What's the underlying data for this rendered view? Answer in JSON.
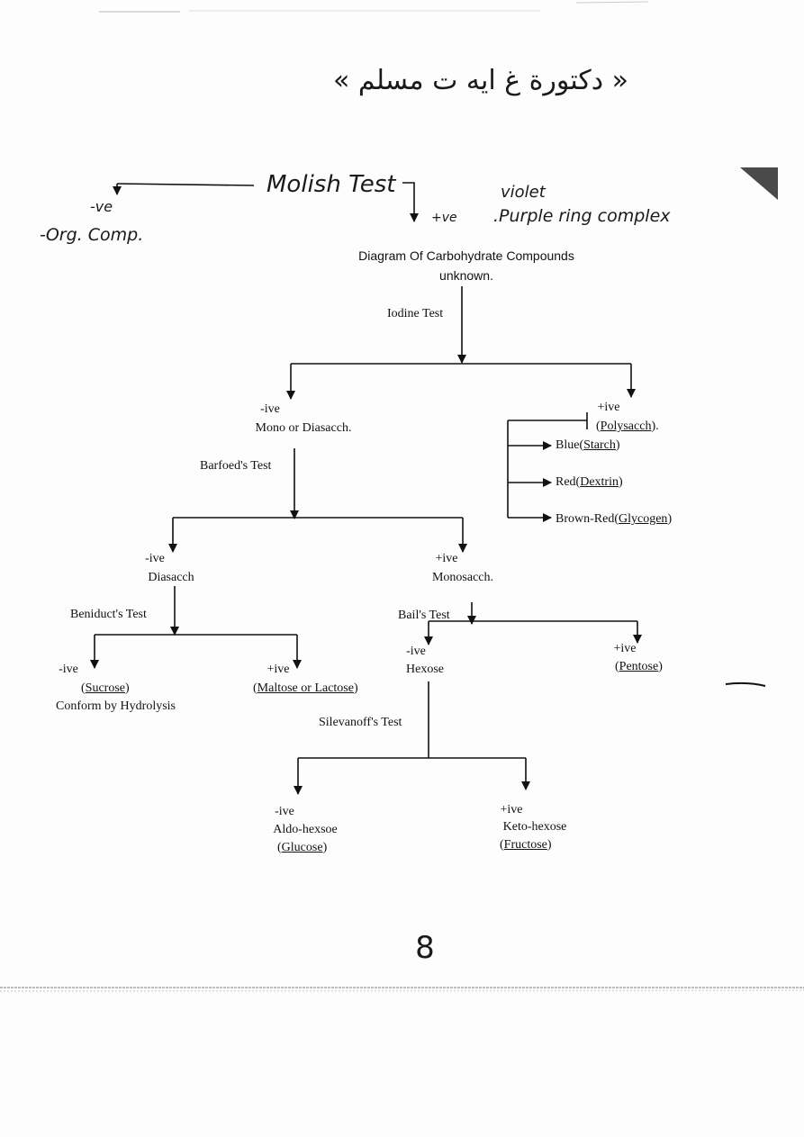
{
  "header": {
    "arabic_name": "« دكتورة غ ايه ت مسلم »"
  },
  "handwritten": {
    "test_name": "Molish Test",
    "negative": "-ve",
    "negative_result": "-Org. Comp.",
    "positive": "+ve",
    "violet": "violet",
    "positive_result": ".Purple ring complex"
  },
  "diagram": {
    "title": "Diagram Of Carbohydrate Compounds",
    "subtitle": "unknown.",
    "iodine_test": "Iodine Test",
    "iodine_neg": "-ive",
    "iodine_neg_result": "Mono or Diasacch.",
    "iodine_pos": "+ive",
    "polysacch_open": "(",
    "polysacch": "Polysacch",
    "polysacch_close": ").",
    "blue": "Blue(",
    "starch": "Starch",
    "blue_close": ")",
    "red": "Red(",
    "dextrin": "Dextrin",
    "red_close": ")",
    "brown": "Brown-Red(",
    "glycogen": "Glycogen",
    "brown_close": ")",
    "barfoed_test": "Barfoed's Test",
    "barfoed_neg": "-ive",
    "barfoed_neg_result": "Diasacch",
    "barfoed_pos": "+ive",
    "barfoed_pos_result": "Monosacch.",
    "benedict_test": "Beniduct's Test",
    "benedict_neg": "-ive",
    "sucrose": "Sucrose",
    "sucrose_close": ")",
    "sucrose_note": "Conform by Hydrolysis",
    "benedict_pos": "+ive",
    "maltose": "Maltose or Lactose",
    "bial_test": "Bail's Test",
    "bial_neg": "-ive",
    "bial_neg_result": "Hexose",
    "bial_pos": "+ive",
    "pentose": "Pentose",
    "seliwanoff_test": "Silevanoff's Test",
    "seliwanoff_neg": "-ive",
    "seliwanoff_neg_result": "Aldo-hexsoe",
    "glucose": "Glucose",
    "seliwanoff_pos": "+ive",
    "seliwanoff_pos_result": "Keto-hexose",
    "fructose": "Fructose"
  },
  "page_number": "8"
}
